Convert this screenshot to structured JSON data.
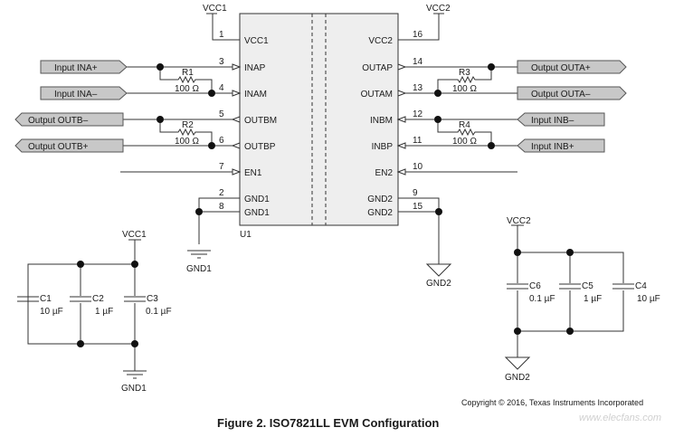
{
  "figure": {
    "caption": "Figure 2. ISO7821LL EVM Configuration",
    "copyright": "Copyright © 2016, Texas Instruments Incorporated",
    "watermark": "www.elecfans.com"
  },
  "chip": {
    "ref": "U1",
    "left_pins": [
      {
        "num": "1",
        "name": "VCC1"
      },
      {
        "num": "3",
        "name": "INAP"
      },
      {
        "num": "4",
        "name": "INAM"
      },
      {
        "num": "5",
        "name": "OUTBM"
      },
      {
        "num": "6",
        "name": "OUTBP"
      },
      {
        "num": "7",
        "name": "EN1"
      },
      {
        "num": "2",
        "name": "GND1"
      },
      {
        "num": "8",
        "name": "GND1"
      }
    ],
    "right_pins": [
      {
        "num": "16",
        "name": "VCC2"
      },
      {
        "num": "14",
        "name": "OUTAP"
      },
      {
        "num": "13",
        "name": "OUTAM"
      },
      {
        "num": "12",
        "name": "INBM"
      },
      {
        "num": "11",
        "name": "INBP"
      },
      {
        "num": "10",
        "name": "EN2"
      },
      {
        "num": "9",
        "name": "GND2"
      },
      {
        "num": "15",
        "name": "GND2"
      }
    ]
  },
  "ports": {
    "left": [
      "Input INA+",
      "Input INA–",
      "Output OUTB–",
      "Output OUTB+"
    ],
    "right": [
      "Output OUTA+",
      "Output OUTA–",
      "Input INB–",
      "Input INB+"
    ]
  },
  "resistors": [
    {
      "ref": "R1",
      "value": "100 Ω"
    },
    {
      "ref": "R2",
      "value": "100 Ω"
    },
    {
      "ref": "R3",
      "value": "100 Ω"
    },
    {
      "ref": "R4",
      "value": "100 Ω"
    }
  ],
  "capacitors_left": [
    {
      "ref": "C1",
      "value": "10 µF"
    },
    {
      "ref": "C2",
      "value": "1 µF"
    },
    {
      "ref": "C3",
      "value": "0.1 µF"
    }
  ],
  "capacitors_right": [
    {
      "ref": "C6",
      "value": "0.1 µF"
    },
    {
      "ref": "C5",
      "value": "1 µF"
    },
    {
      "ref": "C4",
      "value": "10 µF"
    }
  ],
  "nets": {
    "vcc1": "VCC1",
    "vcc2": "VCC2",
    "gnd1": "GND1",
    "gnd2": "GND2"
  }
}
